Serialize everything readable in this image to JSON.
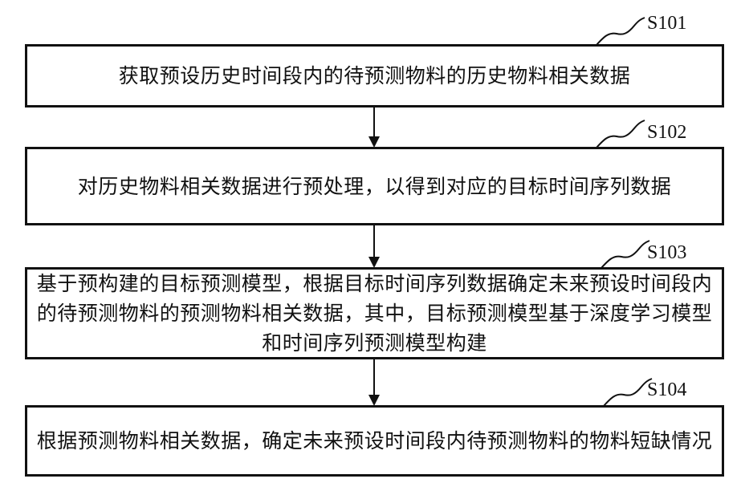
{
  "steps": [
    {
      "id": "S101",
      "text": "获取预设历史时间段内的待预测物料的历史物料相关数据"
    },
    {
      "id": "S102",
      "text": "对历史物料相关数据进行预处理，以得到对应的目标时间序列数据"
    },
    {
      "id": "S103",
      "text": "基于预构建的目标预测模型，根据目标时间序列数据确定未来预设时间段内的待预测物料的预测物料相关数据，其中，目标预测模型基于深度学习模型和时间序列预测模型构建"
    },
    {
      "id": "S104",
      "text": "根据预测物料相关数据，确定未来预设时间段内待预测物料的物料短缺情况"
    }
  ]
}
